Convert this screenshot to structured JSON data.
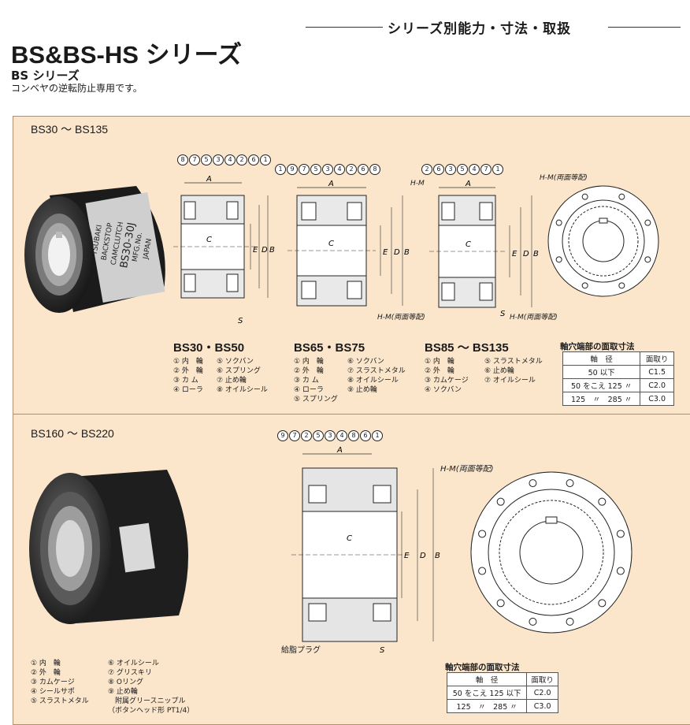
{
  "header": {
    "series_tag": "シリーズ別能力・寸法・取扱"
  },
  "page": {
    "title": "BS&BS-HS シリーズ",
    "subtitle": "BS シリーズ",
    "description": "コンベヤの逆転防止専用です。"
  },
  "section1": {
    "title": "BS30 ～ BS135",
    "photo_label": {
      "line1": "BACKSTOP CAMCLUTCH",
      "line2": "BS30-30J",
      "line3": "MFG.No.",
      "brand": "TSUBAKI",
      "origin": "JAPAN"
    },
    "hm_label": "H-M",
    "hm_both": "H-M(両面等配)",
    "dims": {
      "A": "A",
      "B": "B",
      "C": "C",
      "D": "D",
      "E": "E",
      "S": "S"
    },
    "diagrams": [
      {
        "title": "BS30・BS50",
        "callouts": [
          "8",
          "7",
          "5",
          "3",
          "4",
          "2",
          "6",
          "1"
        ],
        "legend_left": [
          "① 内　輪",
          "② 外　輪",
          "③ カ ム",
          "④ ローラ"
        ],
        "legend_right": [
          "⑤ ソクバン",
          "⑥ スプリング",
          "⑦ 止め輪",
          "⑧ オイルシール"
        ]
      },
      {
        "title": "BS65・BS75",
        "callouts": [
          "1",
          "9",
          "7",
          "5",
          "3",
          "4",
          "2",
          "6",
          "8"
        ],
        "legend_left": [
          "① 内　輪",
          "② 外　輪",
          "③ カ ム",
          "④ ローラ",
          "⑤ スプリング"
        ],
        "legend_right": [
          "⑥ ソクバン",
          "⑦ スラストメタル",
          "⑧ オイルシール",
          "⑨ 止め輪"
        ]
      },
      {
        "title": "BS85 ～ BS135",
        "callouts": [
          "2",
          "6",
          "3",
          "5",
          "4",
          "7",
          "1"
        ],
        "legend_left": [
          "① 内　輪",
          "② 外　輪",
          "③ カムケージ",
          "④ ソクバン"
        ],
        "legend_right": [
          "⑤ スラストメタル",
          "⑥ 止め輪",
          "⑦ オイルシール"
        ]
      }
    ],
    "chamfer_table": {
      "title": "軸穴端部の面取寸法",
      "headers": [
        "軸　径",
        "面取り"
      ],
      "rows": [
        [
          "50 以下",
          "C1.5"
        ],
        [
          "50 をこえ 125 〃",
          "C2.0"
        ],
        [
          "125　〃　285 〃",
          "C3.0"
        ]
      ]
    }
  },
  "section2": {
    "title": "BS160 ～ BS220",
    "callouts": [
      "9",
      "7",
      "2",
      "5",
      "3",
      "4",
      "8",
      "6",
      "1"
    ],
    "grease_plug": "給脂プラグ",
    "legend_left": [
      "① 内　輪",
      "② 外　輪",
      "③ カムケージ",
      "④ シールサポ",
      "⑤ スラストメタル"
    ],
    "legend_right": [
      "⑥ オイルシール",
      "⑦ グリスキリ",
      "⑧ Oリング",
      "⑨ 止め輪",
      "　附属グリースニップル",
      "（ボタンヘッド形 PT1/4）"
    ],
    "chamfer_table": {
      "title": "軸穴端部の面取寸法",
      "headers": [
        "軸　径",
        "面取り"
      ],
      "rows": [
        [
          "50 をこえ 125 以下",
          "C2.0"
        ],
        [
          "125　〃　285 〃",
          "C3.0"
        ]
      ]
    }
  }
}
